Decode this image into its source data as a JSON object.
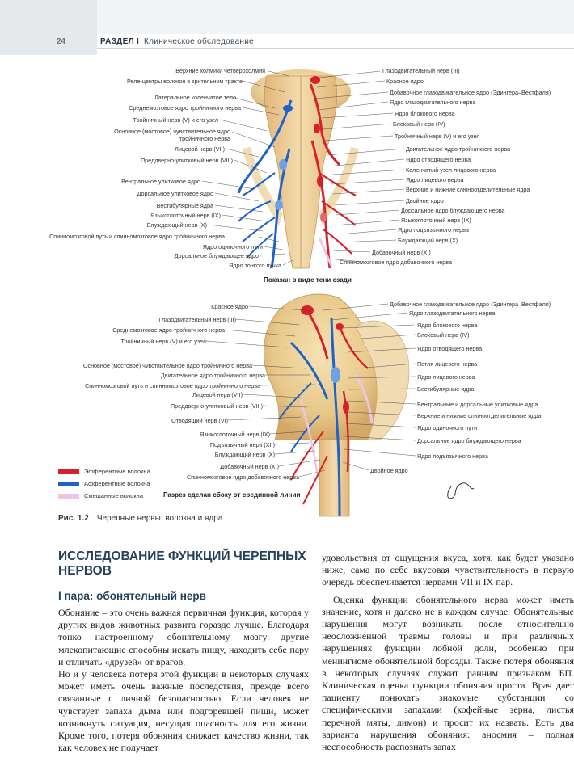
{
  "header": {
    "page_number": "24",
    "section_label": "РАЗДЕЛ I",
    "section_title": "Клиническое обследование"
  },
  "figure_top": {
    "left_labels": [
      "Верхние холмики четверохолмия",
      "Реле-центры волокон в зрительном тракте",
      "Латеральное коленчатое тело",
      "Среднемозговое ядро тройничного нерва",
      "Тройничный нерв (V) и его узел",
      "Основное (мостовое) чувствительное ядро",
      "тройничного нерва",
      "Лицевой нерв (VII)",
      "Преддверно-улитковый нерв (VIII)",
      "Вентральное улитковое ядро",
      "Дорсальное улитковое ядро",
      "Вестибулярные ядра",
      "Языкоглоточный нерв (IX)",
      "Блуждающий нерв (X)",
      "Спинномозговой путь и спинномозговое ядро тройничного нерва",
      "Ядро одиночного пути",
      "Дорсальное блуждающее ядро",
      "Ядро тонкого пучка"
    ],
    "right_labels": [
      "Глазодвигательный нерв (III)",
      "Красное ядро",
      "Добавочное глазодвигательное ядро (Эдингера–Вестфаля)",
      "Ядро глазодвигательного нерва",
      "Ядро блокового нерва",
      "Блоковый нерв (IV)",
      "Тройничный нерв (V) и его узел",
      "Двигательное ядро тройничного нерва",
      "Ядро отводящего нерва",
      "Коленчатый узел лицевого нерва",
      "Ядро лицевого нерва",
      "Верхние и нижние слюноотделительные ядра",
      "Двойное ядро",
      "Дорсальное ядро блуждающего нерва",
      "Языкоглоточный нерв (IX)",
      "Ядро подъязычного нерва",
      "Блуждающий нерв (X)",
      "Добавочный нерв (XI)",
      "Спинномозговое ядро добавочного нерва"
    ],
    "subcaption": "Показан в виде тени сзади"
  },
  "figure_bottom": {
    "left_labels": [
      "Красное ядро",
      "Глазодвигательный нерв (III)",
      "Среднемозговое ядро тройничного нерва",
      "Тройничный нерв (V) и его узел",
      "Основное (мостовое) чувствительное ядро тройничного нерва",
      "Двигательное ядро тройничного нерва",
      "Спинномозговой путь и спинномозговое ядро тройничного нерва",
      "Лицевой нерв (VII)",
      "Преддверно-улитковый нерв (VIII)",
      "Отводящий нерв (VI)",
      "Языкоглоточный нерв (IX)",
      "Подъязычный нерв (XII)",
      "Блуждающий нерв (X)",
      "Добавочный нерв (XI)",
      "Спинномозговое ядро добавочного нерва"
    ],
    "right_labels": [
      "Добавочное глазодвигательное ядро (Эдингера–Вестфаля)",
      "Ядро глазодвигательного нерва",
      "Ядро блокового нерва",
      "Блоковый нерв (IV)",
      "Ядро отводящего нерва",
      "Петля лицевого нерва",
      "Ядро лицевого нерва",
      "Вестибулярные ядра",
      "Вентральные и дорсальные улитковые ядра",
      "Верхние и нижние слюноотделительные ядра",
      "Ядро одиночного пути",
      "Дорсальное ядро блуждающего нерва",
      "Ядро подъязычного нерва",
      "Двойное ядро"
    ],
    "subcaption": "Разрез сделан сбоку от срединной линии",
    "signature": "F. Netter"
  },
  "legend": [
    {
      "label": "Эфферентные волокна",
      "color": "#d8202a"
    },
    {
      "label": "Афферентные волокна",
      "color": "#1e63c8"
    },
    {
      "label": "Смешанные волокна",
      "color": "#ecc6e6"
    }
  ],
  "figure_caption": {
    "number": "Рис. 1.2",
    "text": "Черепные нервы: волокна и ядра."
  },
  "article": {
    "heading": "ИССЛЕДОВАНИЕ ФУНКЦИЙ ЧЕРЕПНЫХ НЕРВОВ",
    "subheading": "I пара: обонятельный нерв",
    "left_p1": "Обоняние – это очень важная первичная функция, которая у других видов животных развита гораздо лучше. Благодаря тонко настроенному обонятельному мозгу другие млекопитающие способны искать пищу, находить себе пару и отличать «друзей» от врагов.",
    "left_p2": "Но и у человека потеря этой функции в некоторых случаях может иметь очень важные последствия, прежде всего связанные с личной безопасностью. Если человек не чувствует запаха дыма или подгоревшей пищи, может возникнуть ситуация, несущая опасность для его жизни. Кроме того, потеря обоняния снижает качество жизни, так как человек не получает",
    "right_p1": "удовольствия от ощущения вкуса, хотя, как будет указано ниже, сама по себе вкусовая чувствительность в первую очередь обеспечивается нервами VII и IX пар.",
    "right_p2": "Оценка функции обонятельного нерва может иметь значение, хотя и далеко не в каждом случае. Обонятельные нарушения могут возникать после относительно неосложненной травмы головы и при различных нарушениях функции лобной доли, особенно при менингиоме обонятельной борозды. Также потеря обоняния в некоторых случаях служит ранним признаком БП. Клиническая оценка функции обоняния проста. Врач дает пациенту понюхать знакомые субстанции со специфическими запахами (кофейные зерна, листья перечной мяты, лимон) и просит их назвать. Есть два варианта нарушения обоняния: аносмия – полная неспособность распознать запах"
  }
}
